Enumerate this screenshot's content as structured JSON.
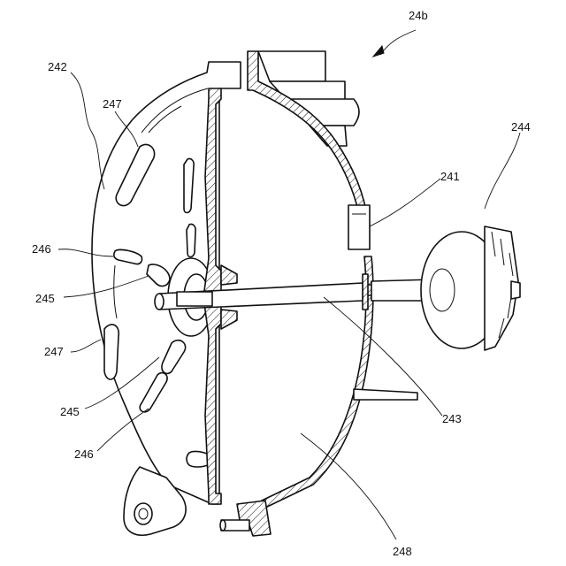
{
  "figure": {
    "title_label": "24b",
    "labels": {
      "l242": "242",
      "l247a": "247",
      "l246a": "246",
      "l245a": "245",
      "l247b": "247",
      "l245b": "245",
      "l246b": "246",
      "l244": "244",
      "l241": "241",
      "l243": "243",
      "l248": "248"
    }
  },
  "colors": {
    "line": "#111111",
    "background": "#ffffff"
  }
}
